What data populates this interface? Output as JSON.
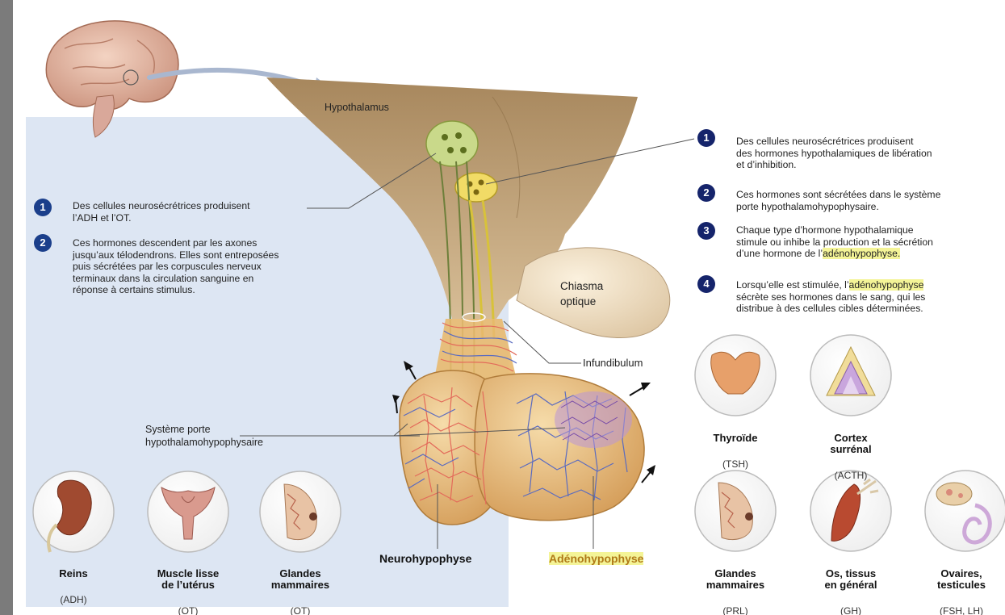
{
  "labels": {
    "hypothalamus": "Hypothalamus",
    "chiasma": "Chiasma\noptique",
    "infundibulum": "Infundibulum",
    "portal_system": "Système porte\nhypothalamohypophysaire",
    "neurohypophyse": "Neurohypophyse",
    "adenohypophyse": "Adénohypophyse"
  },
  "left_steps": [
    {
      "num": "1",
      "text": "Des cellules neurosécrétrices produisent\nl’ADH et l’OT."
    },
    {
      "num": "2",
      "text": "Ces hormones descendent par les axones\njusqu’aux télodendrons. Elles sont entreposées\npuis sécrétées par les corpuscules nerveux\nterminaux dans la circulation sanguine en\nréponse à certains stimulus."
    }
  ],
  "right_steps": [
    {
      "num": "1",
      "text": "Des cellules neurosécrétrices produisent\ndes hormones hypothalamiques de libération\net d’inhibition."
    },
    {
      "num": "2",
      "text": "Ces hormones sont sécrétées dans le système\nporte hypothalamohypophysaire."
    },
    {
      "num": "3",
      "pre": "Chaque type d’hormone hypothalamique\nstimule ou inhibe la production et la sécrétion\nd’une hormone de l’",
      "highlight": "adénohypophyse.",
      "post": ""
    },
    {
      "num": "4",
      "pre": "Lorsqu’elle est stimulée, l’",
      "highlight": "adénohypophyse",
      "post": "\nsécrète ses hormones dans le sang, qui les\ndistribue à des cellules cibles déterminées."
    }
  ],
  "left_organs": [
    {
      "name": "Reins",
      "hormone": "(ADH)"
    },
    {
      "name": "Muscle lisse\nde l’utérus",
      "hormone": "(OT)"
    },
    {
      "name": "Glandes\nmammaires",
      "hormone": "(OT)"
    }
  ],
  "right_organs_top": [
    {
      "name": "Thyroïde",
      "hormone": "(TSH)"
    },
    {
      "name": "Cortex\nsurrénal",
      "hormone": "(ACTH)"
    }
  ],
  "right_organs_bottom": [
    {
      "name": "Glandes\nmammaires",
      "hormone": "(PRL)"
    },
    {
      "name": "Os, tissus\nen général",
      "hormone": "(GH)"
    },
    {
      "name": "Ovaires,\ntesticules",
      "hormone": "(FSH, LH)"
    }
  ],
  "colors": {
    "badge": "#1b3f8b",
    "highlight": "#f4f497",
    "panel": "#dde6f3"
  }
}
